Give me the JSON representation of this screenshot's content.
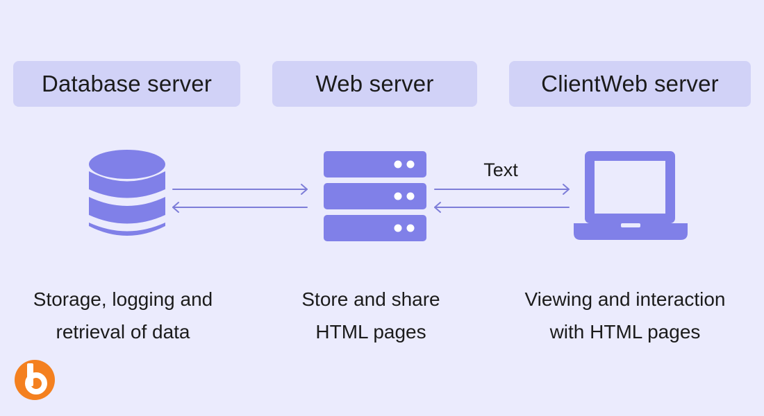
{
  "headers": {
    "database": "Database server",
    "web": "Web server",
    "client": "ClientWeb server"
  },
  "arrow_label": "Text",
  "captions": {
    "database": [
      "Storage, logging and",
      "retrieval of data"
    ],
    "web": [
      "Store and share",
      "HTML pages"
    ],
    "client": [
      "Viewing and interaction",
      "with HTML pages"
    ]
  },
  "colors": {
    "background": "#ebebfd",
    "header_box": "#d1d2f7",
    "icon": "#8080e8",
    "arrow": "#7d7dd8",
    "logo": "#f4801f"
  },
  "icons": {
    "database": "database-icon",
    "web": "server-rack-icon",
    "client": "laptop-icon",
    "logo": "brand-logo-icon"
  }
}
